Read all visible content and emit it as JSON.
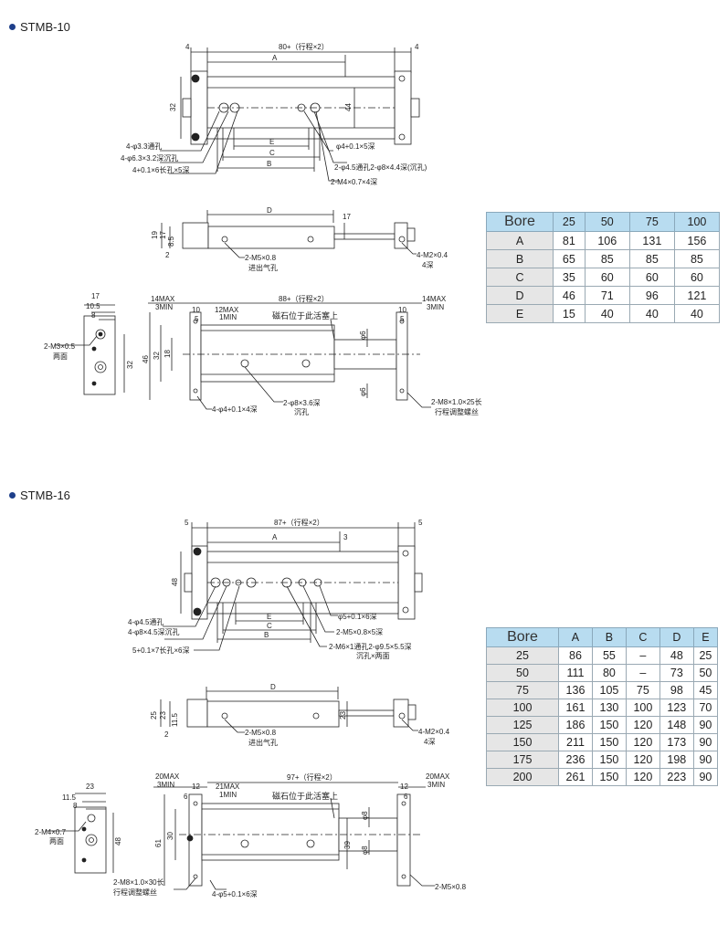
{
  "sections": [
    {
      "title": "STMB-10"
    },
    {
      "title": "STMB-16"
    }
  ],
  "drawing10": {
    "top": {
      "dim_left": "4",
      "dim_total": "80+（行程×2）",
      "dim_right": "4",
      "dim_a": "A",
      "dim_h1": "32",
      "dim_h2": "44",
      "dim_e": "E",
      "dim_c": "C",
      "dim_b": "B",
      "note1": "4-φ3.3通孔",
      "note2": "4-φ6.3×3.2深沉孔",
      "note3": "4+0.1×6长孔×5深",
      "note4": "φ4+0.1×5深",
      "note5": "2-φ4.5通孔2-φ8×4.4深(沉孔)",
      "note6": "2-M4×0.7×4深"
    },
    "mid": {
      "dim_d": "D",
      "dim_19": "19",
      "dim_17a": "17",
      "dim_85": "8.5",
      "dim_2": "2",
      "dim_17b": "17",
      "port1": "2-M5×0.8",
      "port2": "进出气孔",
      "thread1": "4-M2×0.4",
      "thread2": "4深"
    },
    "bottom": {
      "side_17": "17",
      "side_105": "10.5",
      "side_8": "8",
      "side_thread1": "2-M3×0.5",
      "side_thread2": "两面",
      "side_32": "32",
      "left_max": "14MAX",
      "left_min": "3MIN",
      "inner_max": "12MAX",
      "inner_min": "1MIN",
      "dim_10a": "10",
      "dim_5a": "5",
      "dim_total": "88+（行程×2）",
      "right_max": "14MAX",
      "right_min": "3MIN",
      "dim_10b": "10",
      "dim_5b": "5",
      "magnet_note": "磁石位于此活塞上",
      "dim_46": "46",
      "dim_32": "32",
      "dim_18": "18",
      "dim_phi6a": "φ6",
      "dim_phi6b": "φ6",
      "hole_note": "4-φ4+0.1×4深",
      "counter1": "2-φ8×3.6深",
      "counter2": "沉孔",
      "adj1": "2-M8×1.0×25长",
      "adj2": "行程调整螺丝"
    }
  },
  "drawing16": {
    "top": {
      "dim_left": "5",
      "dim_total": "87+（行程×2）",
      "dim_right": "5",
      "dim_a": "A",
      "dim_3": "3",
      "dim_h": "48",
      "dim_e": "E",
      "dim_c": "C",
      "dim_b": "B",
      "note1": "4-φ4.5通孔",
      "note2": "4-φ8×4.5深沉孔",
      "note3": "5+0.1×7长孔×6深",
      "note4": "φ5+0.1×6深",
      "note5": "2-M5×0.8×5深",
      "note6": "2-M6×1通孔2-φ9.5×5.5深",
      "note7": "沉孔×两面"
    },
    "mid": {
      "dim_d": "D",
      "dim_25": "25",
      "dim_23a": "23",
      "dim_115": "11.5",
      "dim_2": "2",
      "dim_23b": "23",
      "port1": "2-M5×0.8",
      "port2": "进出气孔",
      "thread1": "4-M2×0.4",
      "thread2": "4深"
    },
    "bottom": {
      "side_23": "23",
      "side_115": "11.5",
      "side_8": "8",
      "side_thread1": "2-M4×0.7",
      "side_thread2": "两面",
      "side_48": "48",
      "left_max": "20MAX",
      "left_min": "3MIN",
      "inner_max": "21MAX",
      "inner_min": "1MIN",
      "dim_12a": "12",
      "dim_6a": "6",
      "dim_total": "97+（行程×2）",
      "right_max": "20MAX",
      "right_min": "3MIN",
      "dim_12b": "12",
      "dim_6b": "6",
      "magnet_note": "磁石位于此活塞上",
      "dim_61": "61",
      "dim_30": "30",
      "dim_phi8a": "φ8",
      "dim_phi8b": "φ8",
      "dim_39": "39",
      "adj1": "2-M8×1.0×30长",
      "adj2": "行程调整螺丝",
      "hole_note": "4-φ5+0.1×6深",
      "port_note": "2-M5×0.8"
    }
  },
  "table10": {
    "header": [
      "Bore",
      "25",
      "50",
      "75",
      "100"
    ],
    "rows": [
      [
        "A",
        "81",
        "106",
        "131",
        "156"
      ],
      [
        "B",
        "65",
        "85",
        "85",
        "85"
      ],
      [
        "C",
        "35",
        "60",
        "60",
        "60"
      ],
      [
        "D",
        "46",
        "71",
        "96",
        "121"
      ],
      [
        "E",
        "15",
        "40",
        "40",
        "40"
      ]
    ]
  },
  "table16": {
    "header": [
      "Bore",
      "A",
      "B",
      "C",
      "D",
      "E"
    ],
    "rows": [
      [
        "25",
        "86",
        "55",
        "–",
        "48",
        "25"
      ],
      [
        "50",
        "111",
        "80",
        "–",
        "73",
        "50"
      ],
      [
        "75",
        "136",
        "105",
        "75",
        "98",
        "45"
      ],
      [
        "100",
        "161",
        "130",
        "100",
        "123",
        "70"
      ],
      [
        "125",
        "186",
        "150",
        "120",
        "148",
        "90"
      ],
      [
        "150",
        "211",
        "150",
        "120",
        "173",
        "90"
      ],
      [
        "175",
        "236",
        "150",
        "120",
        "198",
        "90"
      ],
      [
        "200",
        "261",
        "150",
        "120",
        "223",
        "90"
      ]
    ]
  }
}
